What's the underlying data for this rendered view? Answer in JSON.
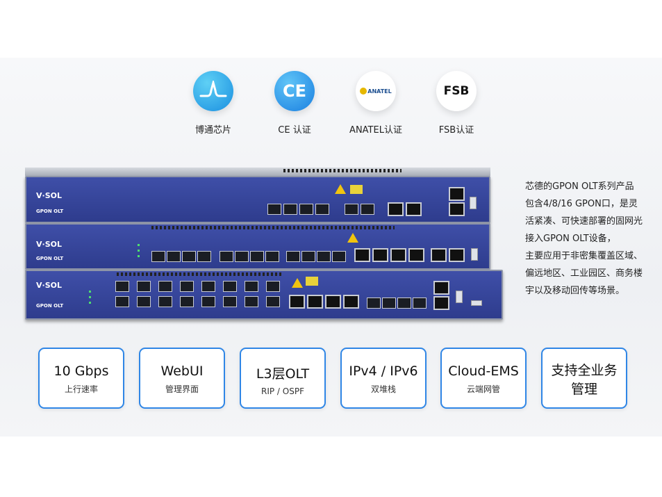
{
  "certifications": [
    {
      "icon": "waveform-icon",
      "label": "博通芯片",
      "color": "#1aa6e6"
    },
    {
      "icon": "ce-icon",
      "label": "CE 认证",
      "color": "#1e90ea",
      "mark": "CE"
    },
    {
      "icon": "anatel-icon",
      "label": "ANATEL认证",
      "mark": "ANATEL"
    },
    {
      "icon": "fsb-icon",
      "label": "FSB认证",
      "mark": "FSB"
    }
  ],
  "devices": {
    "brand": "V·SOL",
    "model": "GPON OLT"
  },
  "description": [
    "芯德的GPON OLT系列产品",
    "包含4/8/16 GPON口，是灵",
    "活紧凑、可快速部署的固网光",
    "接入GPON OLT设备，",
    "主要应用于非密集覆盖区域、",
    "偏远地区、工业园区、商务楼",
    "宇以及移动回传等场景。"
  ],
  "features": [
    {
      "title": "10 Gbps",
      "sub": "上行速率"
    },
    {
      "title": "WebUI",
      "sub": "管理界面"
    },
    {
      "title": "L3层OLT",
      "sub": "RIP / OSPF"
    },
    {
      "title": "IPv4 / IPv6",
      "sub": "双堆栈"
    },
    {
      "title": "Cloud-EMS",
      "sub": "云端网管"
    },
    {
      "title": "支持全业务\n管理",
      "sub": ""
    }
  ],
  "colors": {
    "accent": "#2f86e6",
    "device_blue": "#34439a"
  }
}
